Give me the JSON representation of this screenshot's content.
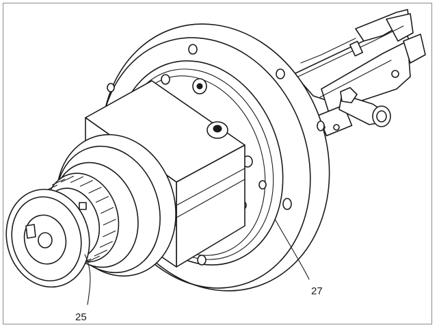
{
  "figure": {
    "labels": [
      {
        "id": "25",
        "text": "25"
      },
      {
        "id": "27",
        "text": "27"
      }
    ]
  }
}
